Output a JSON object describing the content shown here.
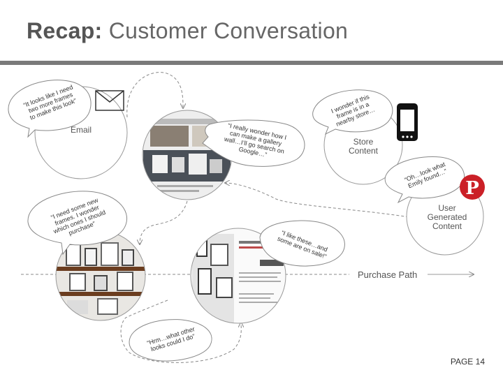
{
  "title": {
    "bold": "Recap:",
    "rest": " Customer Conversation"
  },
  "nodes": {
    "email": "Email",
    "store": "Store\nContent",
    "ugc": "User\nGenerated\nContent"
  },
  "quotes": {
    "email": "“It looks like I need\ntwo more frames\nto make this look”",
    "google": "“I really wonder how I\ncan make a gallery\nwall…I’ll go search on\nGoogle…”",
    "store": "I wonder if this\nframe is in a\nnearby store…",
    "emily": "“Oh…look what\nEmily found…”",
    "need": "“I need some new\nframes. I wonder\nwhich ones I should\npurchase”",
    "sale": "“I like these…and\nsome are on sale!”",
    "other": "“Hrm…what other\nlooks could I do”"
  },
  "purchase_path": "Purchase Path",
  "page": "PAGE 14",
  "colors": {
    "pinterest": "#cb2027",
    "title_bar": "#7a7a7a",
    "line": "#888888"
  }
}
